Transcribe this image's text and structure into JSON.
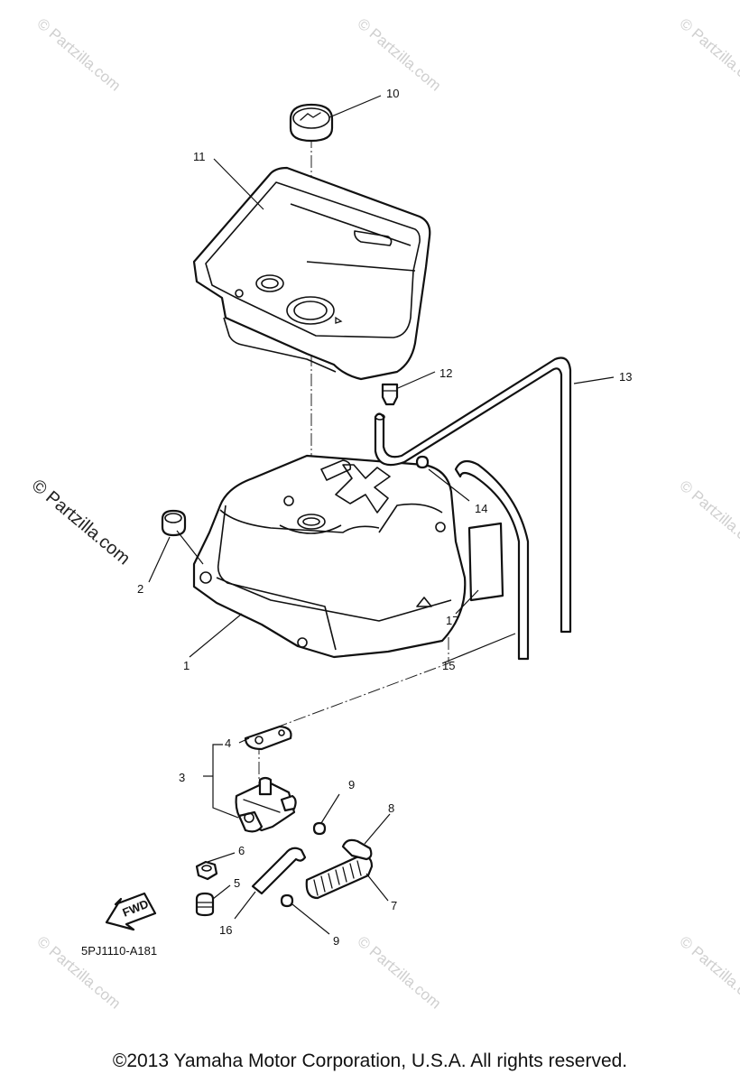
{
  "watermark": "© Partzilla.com",
  "diagram_code": "5PJ1110-A181",
  "fwd_label": "FWD",
  "copyright": "©2013 Yamaha Motor Corporation, U.S.A. All rights reserved.",
  "callouts": {
    "c1": "1",
    "c2": "2",
    "c3": "3",
    "c4": "4",
    "c5": "5",
    "c6": "6",
    "c7": "7",
    "c8": "8",
    "c9a": "9",
    "c9b": "9",
    "c10": "10",
    "c11": "11",
    "c12": "12",
    "c13": "13",
    "c14": "14",
    "c15": "15",
    "c16": "16",
    "c17": "17"
  }
}
